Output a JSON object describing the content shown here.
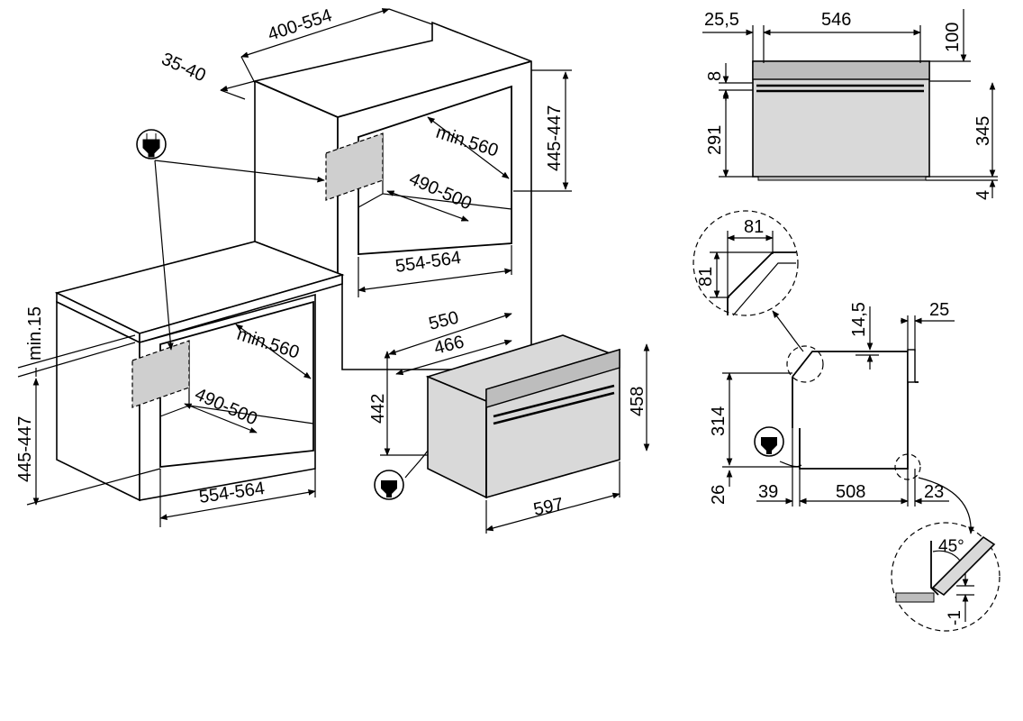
{
  "dimensions": {
    "top_depth": "400-554",
    "top_gap": "35-40",
    "upper_height": "445-447",
    "upper_min_depth": "min.560",
    "upper_cut_depth": "490-500",
    "upper_width": "554-564",
    "lower_min15": "min.15",
    "lower_height": "445-447",
    "lower_min_depth": "min.560",
    "lower_cut_depth": "490-500",
    "lower_width": "554-564",
    "oven_depth_550": "550",
    "oven_depth_466": "466",
    "oven_height_442": "442",
    "oven_height_458": "458",
    "oven_width_597": "597",
    "front_25_5": "25,5",
    "front_546": "546",
    "front_100": "100",
    "front_8": "8",
    "front_291": "291",
    "front_345": "345",
    "front_4": "4",
    "detail_81_h": "81",
    "detail_81_v": "81",
    "side_14_5": "14,5",
    "side_25": "25",
    "side_314": "314",
    "side_26": "26",
    "side_39": "39",
    "side_508": "508",
    "side_23": "23",
    "detail_45": "45°",
    "detail_minus1": "-1"
  },
  "icons": [
    "plug-icon",
    "plug-icon",
    "plug-icon"
  ]
}
